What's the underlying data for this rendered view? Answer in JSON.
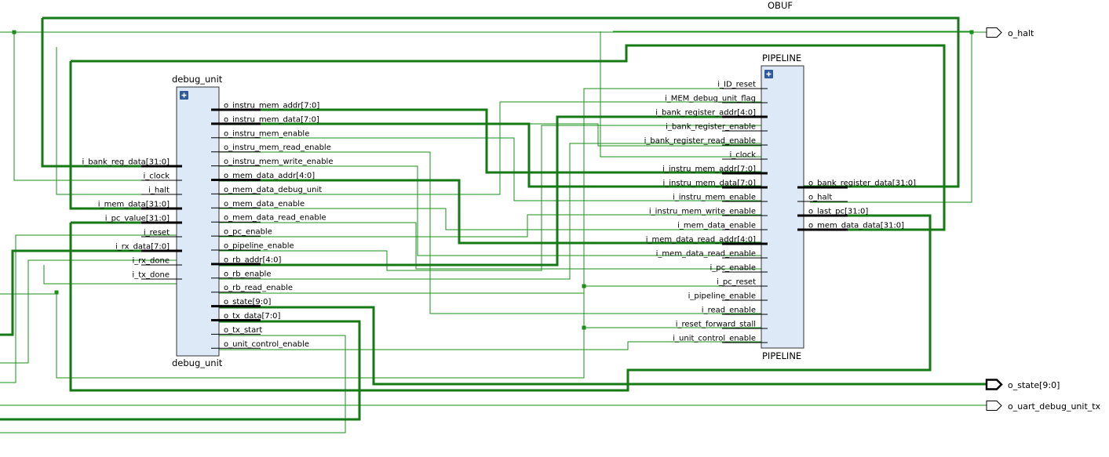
{
  "colors": {
    "wire": "#1a8f1a",
    "bus": "#157a15",
    "block_fill": "#dde9f7",
    "block_stroke": "#333333",
    "pin": "#000000"
  },
  "obuf_label": "OBUF",
  "debug_unit": {
    "name_top": "debug_unit",
    "name_bottom": "debug_unit",
    "expand_icon": "plus-box-icon",
    "inputs": [
      {
        "label": "i_bank_reg_data[31:0]",
        "bus": true
      },
      {
        "label": "i_clock",
        "bus": false
      },
      {
        "label": "i_halt",
        "bus": false
      },
      {
        "label": "i_mem_data[31:0]",
        "bus": true
      },
      {
        "label": "i_pc_value[31:0]",
        "bus": true
      },
      {
        "label": "i_reset",
        "bus": false
      },
      {
        "label": "i_rx_data[7:0]",
        "bus": true
      },
      {
        "label": "i_rx_done",
        "bus": false
      },
      {
        "label": "i_tx_done",
        "bus": false
      }
    ],
    "outputs": [
      {
        "label": "o_instru_mem_addr[7:0]",
        "bus": true
      },
      {
        "label": "o_instru_mem_data[7:0]",
        "bus": true
      },
      {
        "label": "o_instru_mem_enable",
        "bus": false
      },
      {
        "label": "o_instru_mem_read_enable",
        "bus": false
      },
      {
        "label": "o_instru_mem_write_enable",
        "bus": false
      },
      {
        "label": "o_mem_data_addr[4:0]",
        "bus": true
      },
      {
        "label": "o_mem_data_debug_unit",
        "bus": false
      },
      {
        "label": "o_mem_data_enable",
        "bus": false
      },
      {
        "label": "o_mem_data_read_enable",
        "bus": false
      },
      {
        "label": "o_pc_enable",
        "bus": false
      },
      {
        "label": "o_pipeline_enable",
        "bus": false
      },
      {
        "label": "o_rb_addr[4:0]",
        "bus": true
      },
      {
        "label": "o_rb_enable",
        "bus": false
      },
      {
        "label": "o_rb_read_enable",
        "bus": false
      },
      {
        "label": "o_state[9:0]",
        "bus": true
      },
      {
        "label": "o_tx_data[7:0]",
        "bus": true
      },
      {
        "label": "o_tx_start",
        "bus": false
      },
      {
        "label": "o_unit_control_enable",
        "bus": false
      }
    ]
  },
  "pipeline": {
    "name_top": "PIPELINE",
    "name_bottom": "PIPELINE",
    "expand_icon": "plus-box-icon",
    "inputs": [
      {
        "label": "i_ID_reset",
        "bus": false
      },
      {
        "label": "i_MEM_debug_unit_flag",
        "bus": false
      },
      {
        "label": "i_bank_register_addr[4:0]",
        "bus": true
      },
      {
        "label": "i_bank_register_enable",
        "bus": false
      },
      {
        "label": "i_bank_register_read_enable",
        "bus": false
      },
      {
        "label": "i_clock",
        "bus": false
      },
      {
        "label": "i_instru_mem_addr[7:0]",
        "bus": true
      },
      {
        "label": "i_instru_mem_data[7:0]",
        "bus": true
      },
      {
        "label": "i_instru_mem_enable",
        "bus": false
      },
      {
        "label": "i_instru_mem_write_enable",
        "bus": false
      },
      {
        "label": "i_mem_data_enable",
        "bus": false
      },
      {
        "label": "i_mem_data_read_addr[4:0]",
        "bus": true
      },
      {
        "label": "i_mem_data_read_enable",
        "bus": false
      },
      {
        "label": "i_pc_enable",
        "bus": false
      },
      {
        "label": "i_pc_reset",
        "bus": false
      },
      {
        "label": "i_pipeline_enable",
        "bus": false
      },
      {
        "label": "i_read_enable",
        "bus": false
      },
      {
        "label": "i_reset_forward_stall",
        "bus": false
      },
      {
        "label": "i_unit_control_enable",
        "bus": false
      }
    ],
    "outputs": [
      {
        "label": "o_bank_register_data[31:0]",
        "bus": true
      },
      {
        "label": "o_halt",
        "bus": false
      },
      {
        "label": "o_last_pc[31:0]",
        "bus": true
      },
      {
        "label": "o_mem_data_data[31:0]",
        "bus": true
      }
    ]
  },
  "top_ports": [
    {
      "label": "o_halt",
      "bus": false
    },
    {
      "label": "o_state[9:0]",
      "bus": true
    },
    {
      "label": "o_uart_debug_unit_tx",
      "bus": false
    }
  ]
}
